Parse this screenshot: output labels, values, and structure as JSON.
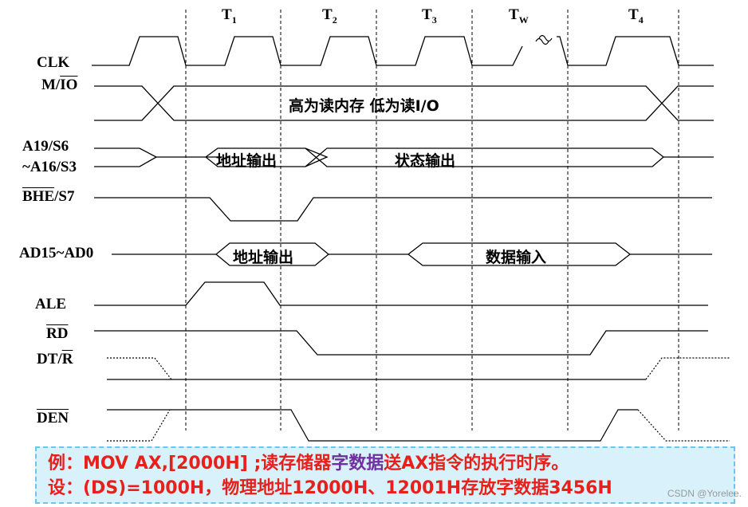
{
  "periods": {
    "t1": "T",
    "t1_sub": "1",
    "t2": "T",
    "t2_sub": "2",
    "t3": "T",
    "t3_sub": "3",
    "tw": "T",
    "tw_sub": "W",
    "t4": "T",
    "t4_sub": "4"
  },
  "signals": {
    "clk": "CLK",
    "mio_prefix": "M/",
    "mio_bar": "IO",
    "a19": "A19/S6",
    "a16": "~A16/S3",
    "bhe_bar": "BHE",
    "bhe_suffix": "/S7",
    "ad": "AD15~AD0",
    "ale": "ALE",
    "rd_bar": "RD",
    "dtr_prefix": "DT/",
    "dtr_bar": "R",
    "den_bar": "DEN"
  },
  "bands": {
    "mio_text": "高为读内存 低为读I/O",
    "addr_out_1": "地址输出",
    "status_out": "状态输出",
    "addr_out_2": "地址输出",
    "data_in": "数据输入"
  },
  "note": {
    "line1_a": "例：MOV  AX,[2000H] ;读存储器",
    "line1_b": "字数据",
    "line1_c": "送AX指令的执行时序。",
    "line2": "设：(DS)=1000H，物理地址12000H、12001H存放字数据3456H"
  },
  "watermark": "CSDN @Yorelee."
}
